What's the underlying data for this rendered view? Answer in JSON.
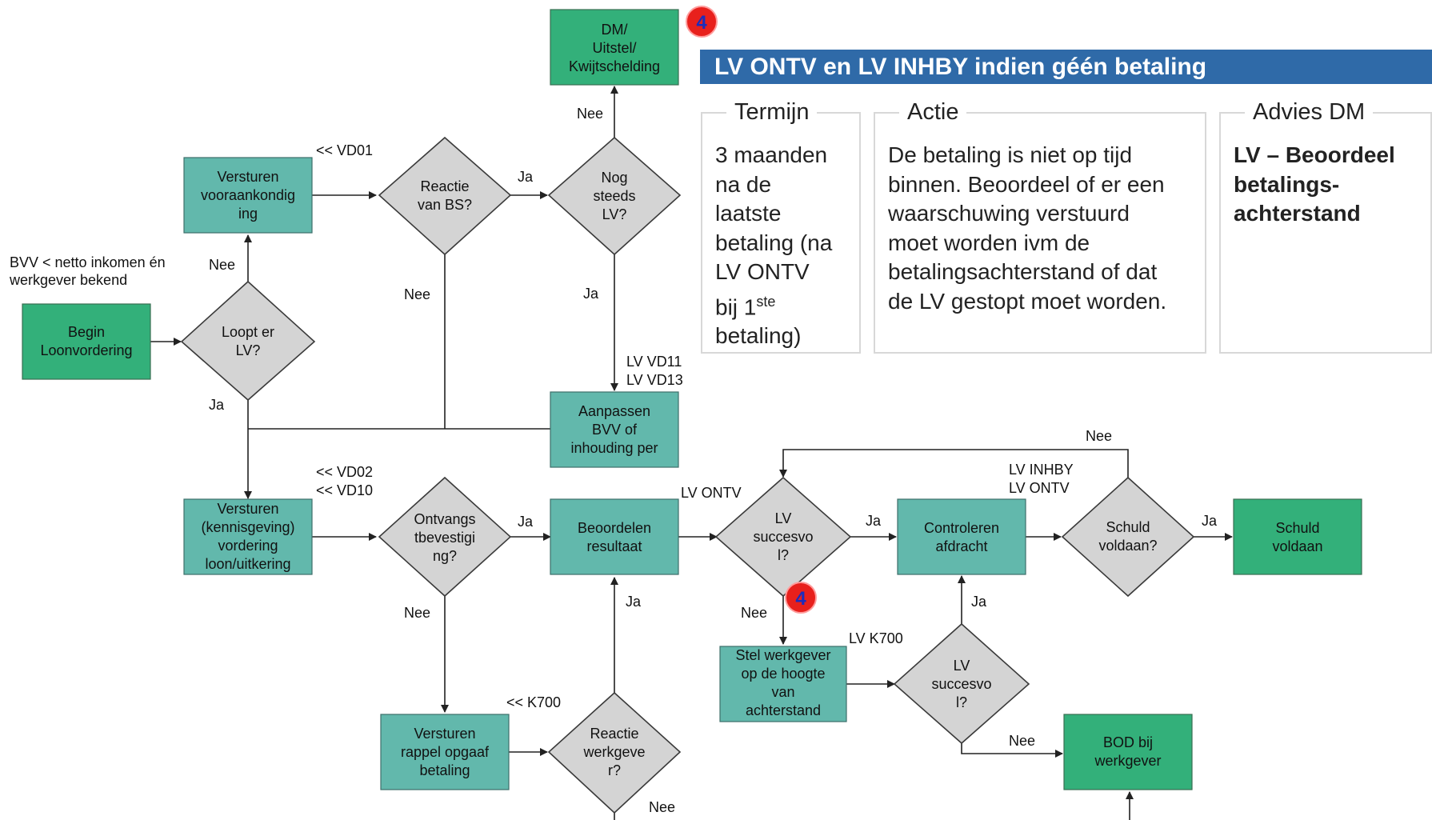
{
  "banner": {
    "title": "LV ONTV en LV INHBY indien géén betaling"
  },
  "panels": {
    "termijn": {
      "title": "Termijn",
      "line1": "3 maanden",
      "line2": "na de",
      "line3": "laatste",
      "line4": "betaling (na",
      "line5": "LV ONTV",
      "line6a": "bij 1",
      "line6sup": "ste",
      "line7": "betaling)"
    },
    "actie": {
      "title": "Actie",
      "line1": "De betaling is niet op tijd",
      "line2": "binnen. Beoordeel of er een",
      "line3": "waarschuwing verstuurd",
      "line4": "moet worden ivm de",
      "line5": "betalingsachterstand of dat",
      "line6": "de LV gestopt moet worden."
    },
    "advies": {
      "title": "Advies DM",
      "line1": "LV – Beoordeel",
      "line2": "betalings-",
      "line3": "achterstand"
    }
  },
  "nodes": {
    "dm": [
      "DM/",
      "Uitstel/",
      "Kwijtschelding"
    ],
    "versturen_voor": [
      "Versturen",
      "vooraankondig",
      "ing"
    ],
    "begin": [
      "Begin",
      "Loonvordering"
    ],
    "aanpassen": [
      "Aanpassen",
      "BVV of",
      "inhouding per"
    ],
    "versturen_kennis": [
      "Versturen",
      "(kennisgeving)",
      "vordering",
      "loon/uitkering"
    ],
    "beoordelen": [
      "Beoordelen",
      "resultaat"
    ],
    "controleren": [
      "Controleren",
      "afdracht"
    ],
    "schuld_box": [
      "Schuld",
      "voldaan"
    ],
    "stel": [
      "Stel werkgever",
      "op de hoogte",
      "van",
      "achterstand"
    ],
    "rappel": [
      "Versturen",
      "rappel opgaaf",
      "betaling"
    ],
    "bod": [
      "BOD bij",
      "werkgever"
    ],
    "reactie_bs": [
      "Reactie",
      "van BS?"
    ],
    "nog_steeds": [
      "Nog",
      "steeds",
      "LV?"
    ],
    "loopt": [
      "Loopt er",
      "LV?"
    ],
    "ontvangst": [
      "Ontvangs",
      "tbevestigi",
      "ng?"
    ],
    "lv_succes1": [
      "LV",
      "succesvo",
      "l?"
    ],
    "schuld_q": [
      "Schuld",
      "voldaan?"
    ],
    "lv_succes2": [
      "LV",
      "succesvo",
      "l?"
    ],
    "reactie_wg": [
      "Reactie",
      "werkgeve",
      "r?"
    ]
  },
  "labels": {
    "bvv_line1": "BVV < netto inkomen én",
    "bvv_line2": "werkgever bekend",
    "vd01": "<< VD01",
    "vd02": "<< VD02",
    "vd10": "<< VD10",
    "k700_back": "<< K700",
    "lv_vd11": "LV VD11",
    "lv_vd13": "LV VD13",
    "lv_ontv": "LV ONTV",
    "lv_inhby": "LV INHBY",
    "lv_ontv2": "LV ONTV",
    "lv_k700": "LV K700",
    "ja": "Ja",
    "nee": "Nee"
  },
  "badges": {
    "top": "4",
    "mid": "4"
  },
  "colors": {
    "green_box": "#33b07a",
    "teal_box": "#62b8ac",
    "diamond": "#d4d4d4",
    "banner": "#2f6aa8",
    "badge": "#e8201c"
  }
}
